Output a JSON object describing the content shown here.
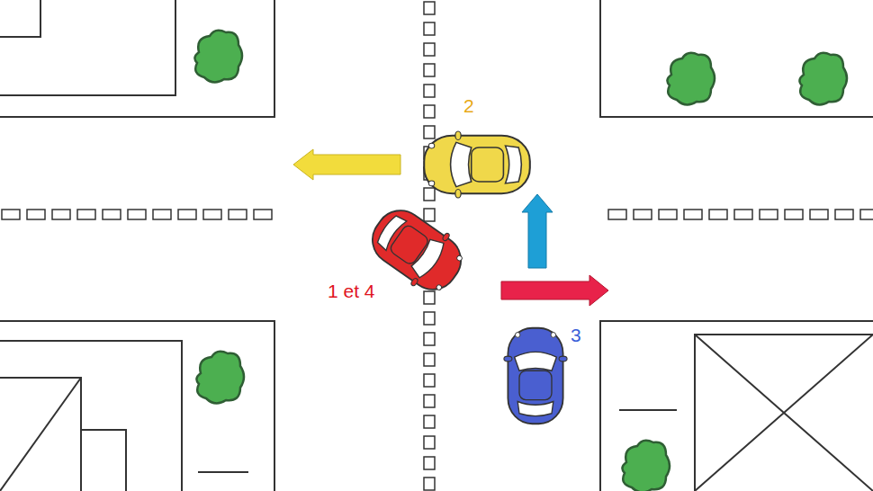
{
  "diagram": {
    "labels": [
      "2",
      "1 et 4",
      "3"
    ]
  }
}
